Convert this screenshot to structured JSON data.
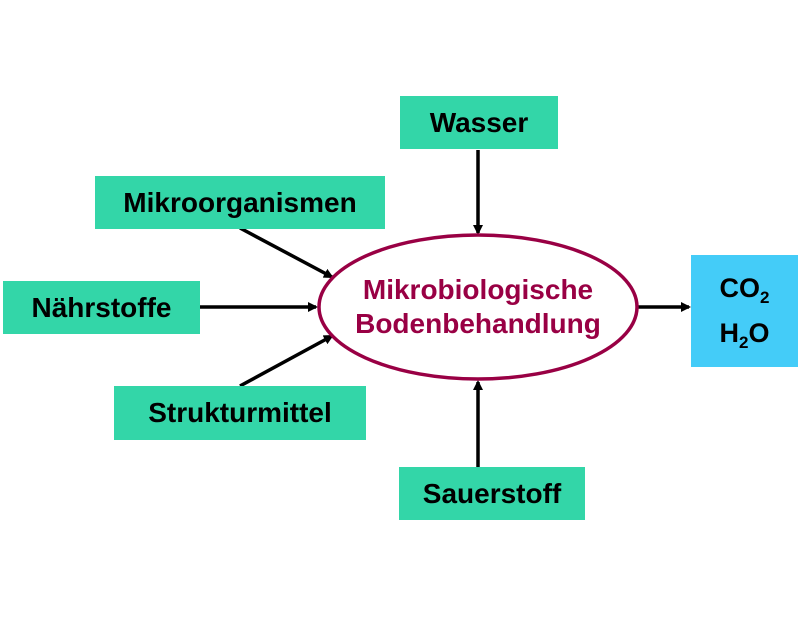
{
  "diagram": {
    "center": {
      "line1": "Mikrobiologische",
      "line2": "Bodenbehandlung"
    },
    "inputs": {
      "wasser": "Wasser",
      "mikroorganismen": "Mikroorganismen",
      "naehrstoffe": "Nährstoffe",
      "strukturmittel": "Strukturmittel",
      "sauerstoff": "Sauerstoff"
    },
    "output": {
      "co2_base": "CO",
      "co2_sub": "2",
      "h2o_base": "H",
      "h2o_sub": "2",
      "h2o_tail": "O"
    }
  },
  "colors": {
    "input_box": "#33d6a8",
    "output_box": "#44ccf8",
    "ellipse_stroke": "#990044",
    "center_text": "#990044",
    "arrow": "#000000"
  }
}
